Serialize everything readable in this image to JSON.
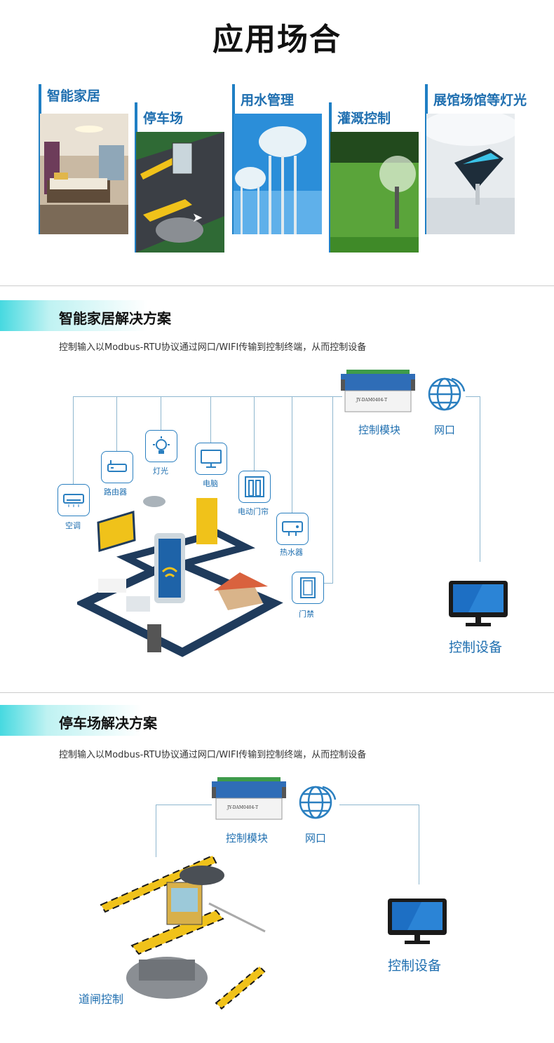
{
  "page_title": "应用场合",
  "scenes": [
    {
      "label": "智能家居"
    },
    {
      "label": "停车场"
    },
    {
      "label": "用水管理"
    },
    {
      "label": "灌溉控制"
    },
    {
      "label": "展馆场馆等灯光"
    }
  ],
  "smart_home": {
    "title": "智能家居解决方案",
    "description": "控制输入以Modbus-RTU协议通过网口/WIFI传输到控制终端，从而控制设备",
    "module_label": "控制模块",
    "network_label": "网口",
    "device_label": "控制设备",
    "module_model": "JY-DAM0404-T",
    "icons": {
      "ac": "空调",
      "router": "路由器",
      "light": "灯光",
      "computer": "电脑",
      "curtain": "电动门帘",
      "water_heater": "热水器",
      "door_access": "门禁"
    }
  },
  "parking": {
    "title": "停车场解决方案",
    "description": "控制输入以Modbus-RTU协议通过网口/WIFI传输到控制终端，从而控制设备",
    "module_label": "控制模块",
    "network_label": "网口",
    "device_label": "控制设备",
    "module_model": "JY-DAM0404-T",
    "gate_label": "道闸控制"
  }
}
